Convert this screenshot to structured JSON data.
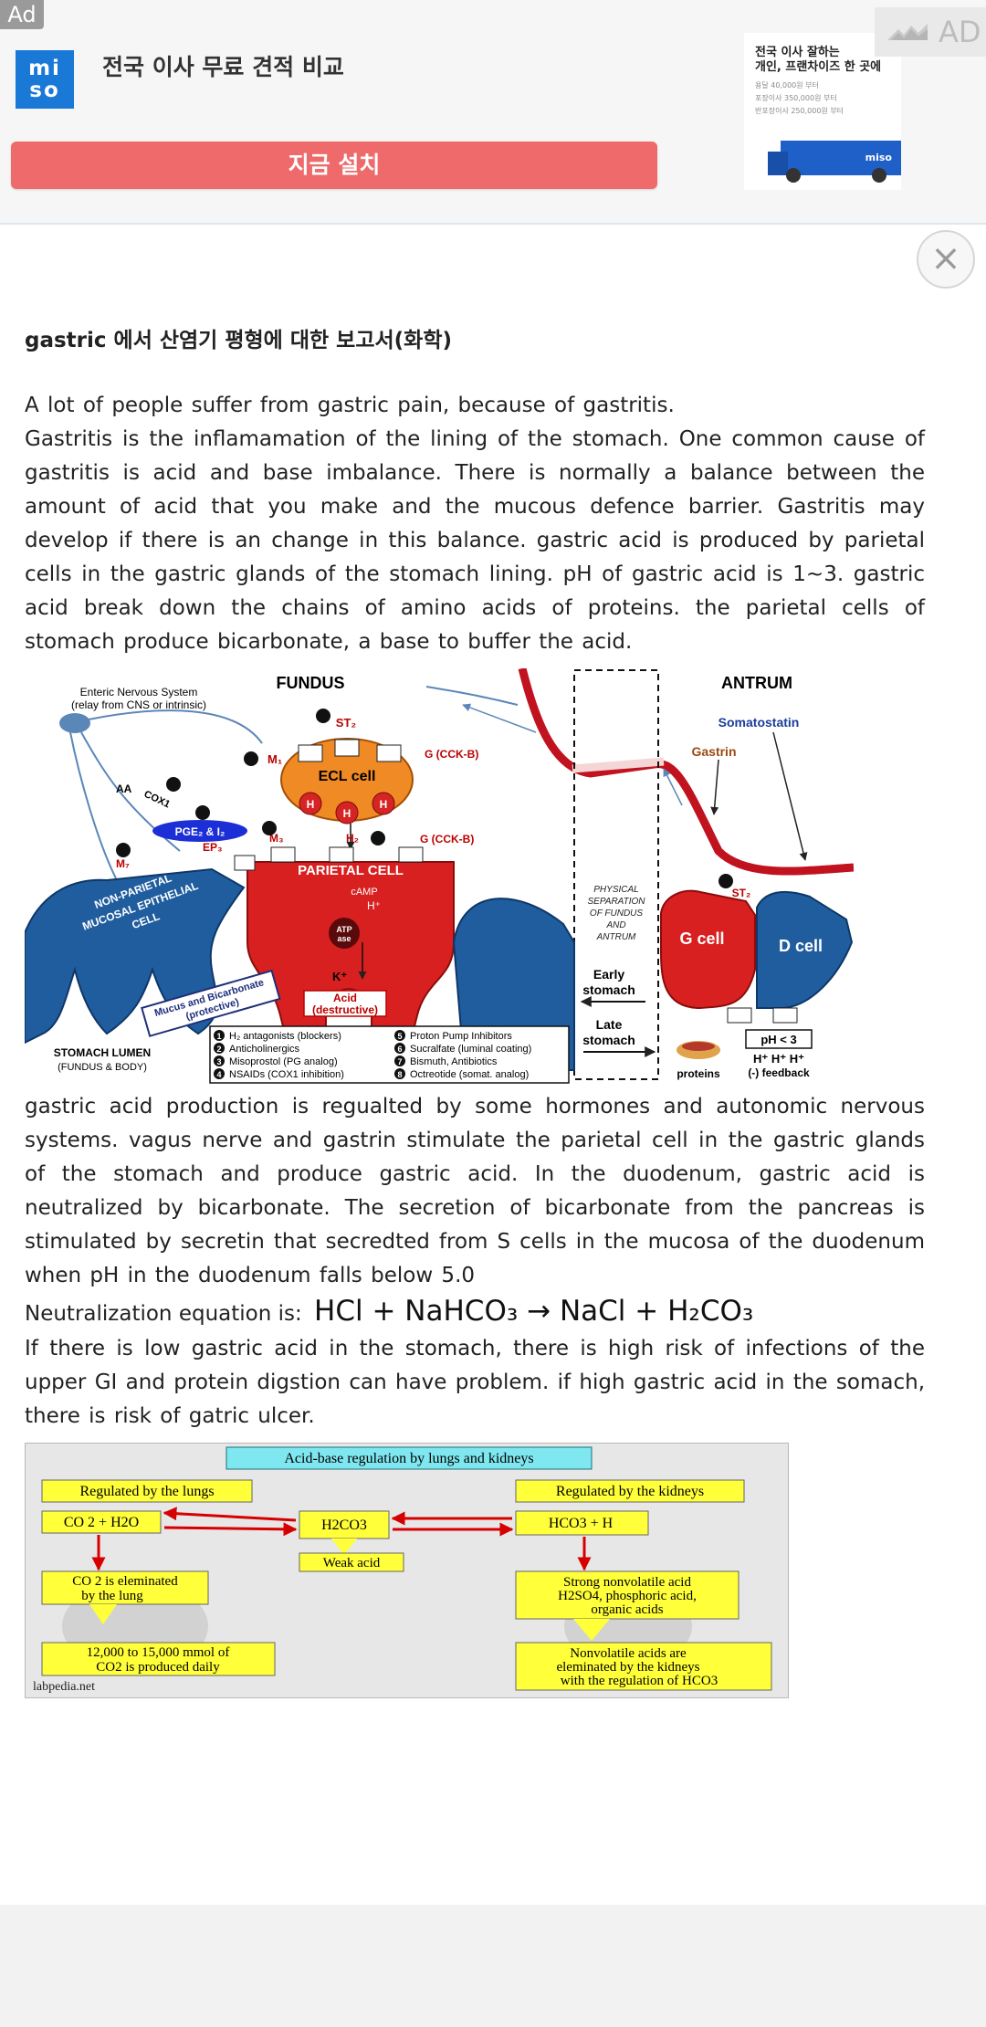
{
  "ad": {
    "label": "Ad",
    "logo_line1": "mi",
    "logo_line2": "so",
    "title": "전국 이사 무료 견적 비교",
    "cta": "지금 설치",
    "badge": "AD",
    "thumb_line1": "전국 이사 잘하는",
    "thumb_line2": "개인, 프랜차이즈 한 곳에",
    "thumb_small": [
      "용달 40,000원 부터",
      "포장이사 350,000원 부터",
      "반포장이사 250,000원 부터"
    ],
    "thumb_truck": "miso"
  },
  "close_icon": "×",
  "article": {
    "title": "gastric 에서 산염기 평형에 대한 보고서(화학)",
    "para1": "A lot of people suffer from gastric pain, because of gastritis.",
    "para2": "Gastritis is the inflamamation of the lining of the stomach. One common cause of gastritis is acid and base imbalance. There is normally a balance between the amount of acid that you make and the mucous defence barrier. Gastritis may develop if there is an change in this balance. gastric acid is produced by parietal cells in the gastric glands of the stomach lining. pH of gastric acid is 1~3. gastric acid break down the chains of amino acids of proteins. the parietal cells of stomach produce bicarbonate, a base to buffer the acid.",
    "para3": "gastric acid production is regualted by some hormones and autonomic nervous systems. vagus nerve and gastrin stimulate the parietal cell in the gastric glands of the stomach and produce gastric acid. In the duodenum, gastric acid is neutralized by bicarbonate. The secretion of bicarbonate from the pancreas is stimulated by secretin that secredted from S cells in the mucosa of the duodenum when pH in the duodenum falls below 5.0",
    "eq_label": "Neutralization equation is: ",
    "eq": "HCl + NaHCO₃ → NaCl + H₂CO₃",
    "para4": "If there is low gastric acid in the stomach, there is high risk of infections of the upper GI and protein digstion can have problem. if high gastric acid in the somach, there is risk of gatric ulcer."
  },
  "figure1": {
    "fundus": "FUNDUS",
    "antrum": "ANTRUM",
    "enteric1": "Enteric Nervous System",
    "enteric2": "(relay from CNS or intrinsic)",
    "somatostatin": "Somatostatin",
    "gastrin": "Gastrin",
    "ecl": "ECL cell",
    "parietal": "PARIETAL CELL",
    "camp": "cAMP",
    "atp": "ATP",
    "ase": "ase",
    "hplus": "H⁺",
    "kplus": "K⁺",
    "acid1": "Acid",
    "acid2": "(destructive)",
    "gcck1": "G (CCK-B)",
    "gcck2": "G (CCK-B)",
    "m1": "M₁",
    "m3": "M₃",
    "m7": "M₇",
    "st2a": "ST₂",
    "st2b": "ST₂",
    "h2": "H₂",
    "ep3": "EP₃",
    "aa": "AA",
    "cox1": "COX1",
    "pge": "PGE₂ & I₂",
    "nonparietal": [
      "NON-PARIETAL",
      "MUCOSAL EPITHELIAL",
      "CELL"
    ],
    "mucus1": "Mucus and Bicarbonate",
    "mucus2": "(protective)",
    "lumen1": "STOMACH LUMEN",
    "lumen2": "(FUNDUS & BODY)",
    "separation": [
      "PHYSICAL",
      "SEPARATION",
      "OF FUNDUS",
      "AND",
      "ANTRUM"
    ],
    "early": [
      "Early",
      "stomach"
    ],
    "late": [
      "Late",
      "stomach"
    ],
    "gcell": "G cell",
    "dcell": "D cell",
    "ph": "pH < 3",
    "hhh": "H⁺ H⁺ H⁺",
    "feedback": "(-) feedback",
    "proteins": "proteins",
    "h": "H",
    "legend": [
      "H₂ antagonists (blockers)",
      "Anticholinergics",
      "Misoprostol (PG analog)",
      "NSAIDs (COX1 inhibition)",
      "Proton Pump Inhibitors",
      "Sucralfate (luminal coating)",
      "Bismuth, Antibiotics",
      "Octreotide (somat. analog)"
    ],
    "legend_nums": [
      "1",
      "2",
      "3",
      "4",
      "5",
      "6",
      "7",
      "8"
    ]
  },
  "figure2": {
    "title": "Acid-base regulation by lungs and kidneys",
    "lungs": "Regulated by the lungs",
    "kidneys": "Regulated by the kidneys",
    "co2": "CO 2 + H2O",
    "h2co3": "H2CO3",
    "hco3": "HCO3  +  H",
    "weak": "Weak acid",
    "elim1": "CO 2 is eleminated",
    "elim2": "by the lung",
    "mmol1": "12,000 to 15,000 mmol of",
    "mmol2": "CO2 is produced daily",
    "strong1": "Strong nonvolatile acid",
    "strong2": "H2SO4, phosphoric acid,",
    "strong3": "organic acids",
    "nonvol1": "Nonvolatile acids are",
    "nonvol2": "eleminated by the kidneys",
    "nonvol3": "with the regulation of HCO3",
    "credit": "labpedia.net"
  }
}
